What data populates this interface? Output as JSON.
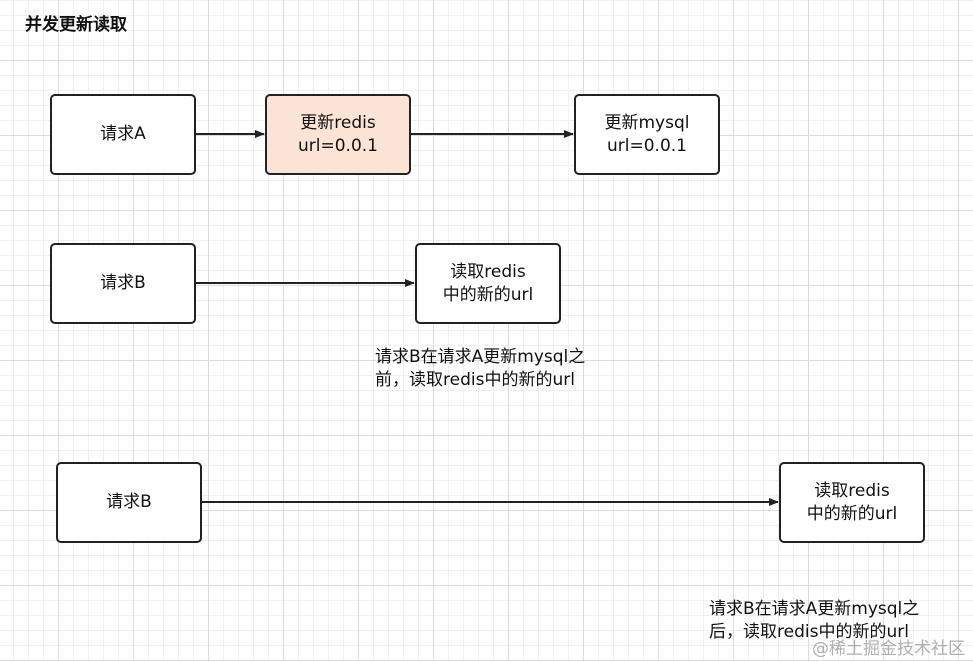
{
  "title": "并发更新读取",
  "colors": {
    "highlight_fill": "#fbe3d6",
    "border": "#222222",
    "grid": "#dcdcdc"
  },
  "row1": {
    "request": "请求A",
    "redis_box": [
      "更新redis",
      "url=0.0.1"
    ],
    "mysql_box": [
      "更新mysql",
      "url=0.0.1"
    ]
  },
  "row2": {
    "request": "请求B",
    "read_box": [
      "读取redis",
      "中的新的url"
    ],
    "note": [
      "请求B在请求A更新mysql之",
      "前，读取redis中的新的url"
    ]
  },
  "row3": {
    "request": "请求B",
    "read_box": [
      "读取redis",
      "中的新的url"
    ],
    "note": [
      "请求B在请求A更新mysql之",
      "后，读取redis中的新的url"
    ]
  },
  "watermark": "@稀土掘金技术社区"
}
